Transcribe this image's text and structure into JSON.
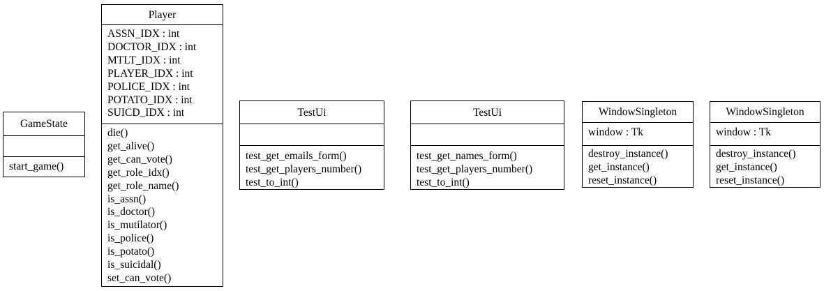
{
  "classes": {
    "gamestate": {
      "name": "GameState",
      "attributes": [],
      "methods": [
        "start_game()"
      ]
    },
    "player": {
      "name": "Player",
      "attributes": [
        "ASSN_IDX : int",
        "DOCTOR_IDX : int",
        "MTLT_IDX : int",
        "PLAYER_IDX : int",
        "POLICE_IDX : int",
        "POTATO_IDX : int",
        "SUICD_IDX : int"
      ],
      "methods": [
        "die()",
        "get_alive()",
        "get_can_vote()",
        "get_role_idx()",
        "get_role_name()",
        "is_assn()",
        "is_doctor()",
        "is_mutilator()",
        "is_police()",
        "is_potato()",
        "is_suicidal()",
        "set_can_vote()"
      ]
    },
    "testui1": {
      "name": "TestUi",
      "attributes": [],
      "methods": [
        "test_get_emails_form()",
        "test_get_players_number()",
        "test_to_int()"
      ]
    },
    "testui2": {
      "name": "TestUi",
      "attributes": [],
      "methods": [
        "test_get_names_form()",
        "test_get_players_number()",
        "test_to_int()"
      ]
    },
    "window1": {
      "name": "WindowSingleton",
      "attributes": [
        "window : Tk"
      ],
      "methods": [
        "destroy_instance()",
        "get_instance()",
        "reset_instance()"
      ]
    },
    "window2": {
      "name": "WindowSingleton",
      "attributes": [
        "window : Tk"
      ],
      "methods": [
        "destroy_instance()",
        "get_instance()",
        "reset_instance()"
      ]
    }
  }
}
